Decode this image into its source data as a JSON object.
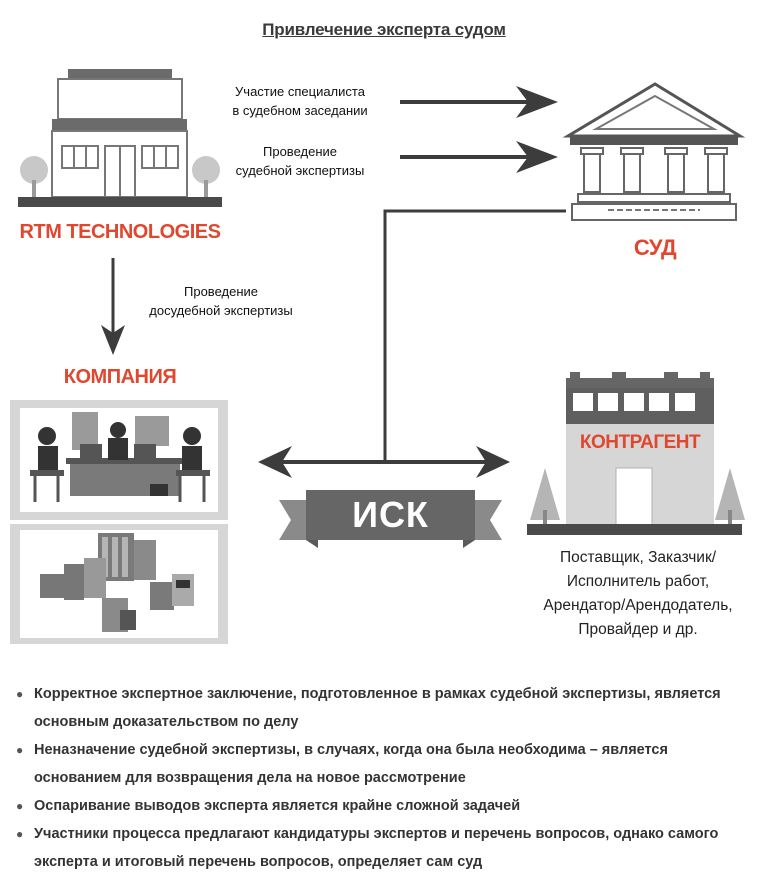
{
  "title": "Привлечение эксперта судом",
  "arrows": {
    "to_court_1": "Участие специалиста\nв судебном заседании",
    "to_court_2": "Проведение\nсудебной экспертизы",
    "to_company": "Проведение\nдосудебной экспертизы"
  },
  "nodes": {
    "rtm": "RTM TECHNOLOGIES",
    "court": "СУД",
    "company": "КОМПАНИЯ",
    "counterparty": "КОНТРАГЕНТ",
    "claim": "ИСК"
  },
  "counterparty_desc": [
    "Поставщик, Заказчик/",
    "Исполнитель работ,",
    "Арендатор/Арендодатель,",
    "Провайдер и др."
  ],
  "bullets": [
    "Корректное экспертное заключение, подготовленное в рамках судебной экспертизы, является основным доказательством по делу",
    "Неназначение судебной экспертизы, в случаях, когда она была необходима – является основанием для возвращения дела на новое рассмотрение",
    "Оспаривание выводов эксперта является крайне сложной задачей",
    "Участники процесса предлагают кандидатуры экспертов и перечень вопросов, однако самого эксперта и итоговый перечень вопросов, определяет сам суд"
  ],
  "colors": {
    "accent": "#e0472f",
    "dark": "#3c3c3c",
    "mid": "#8a8a8a",
    "light": "#d9d9d9"
  }
}
